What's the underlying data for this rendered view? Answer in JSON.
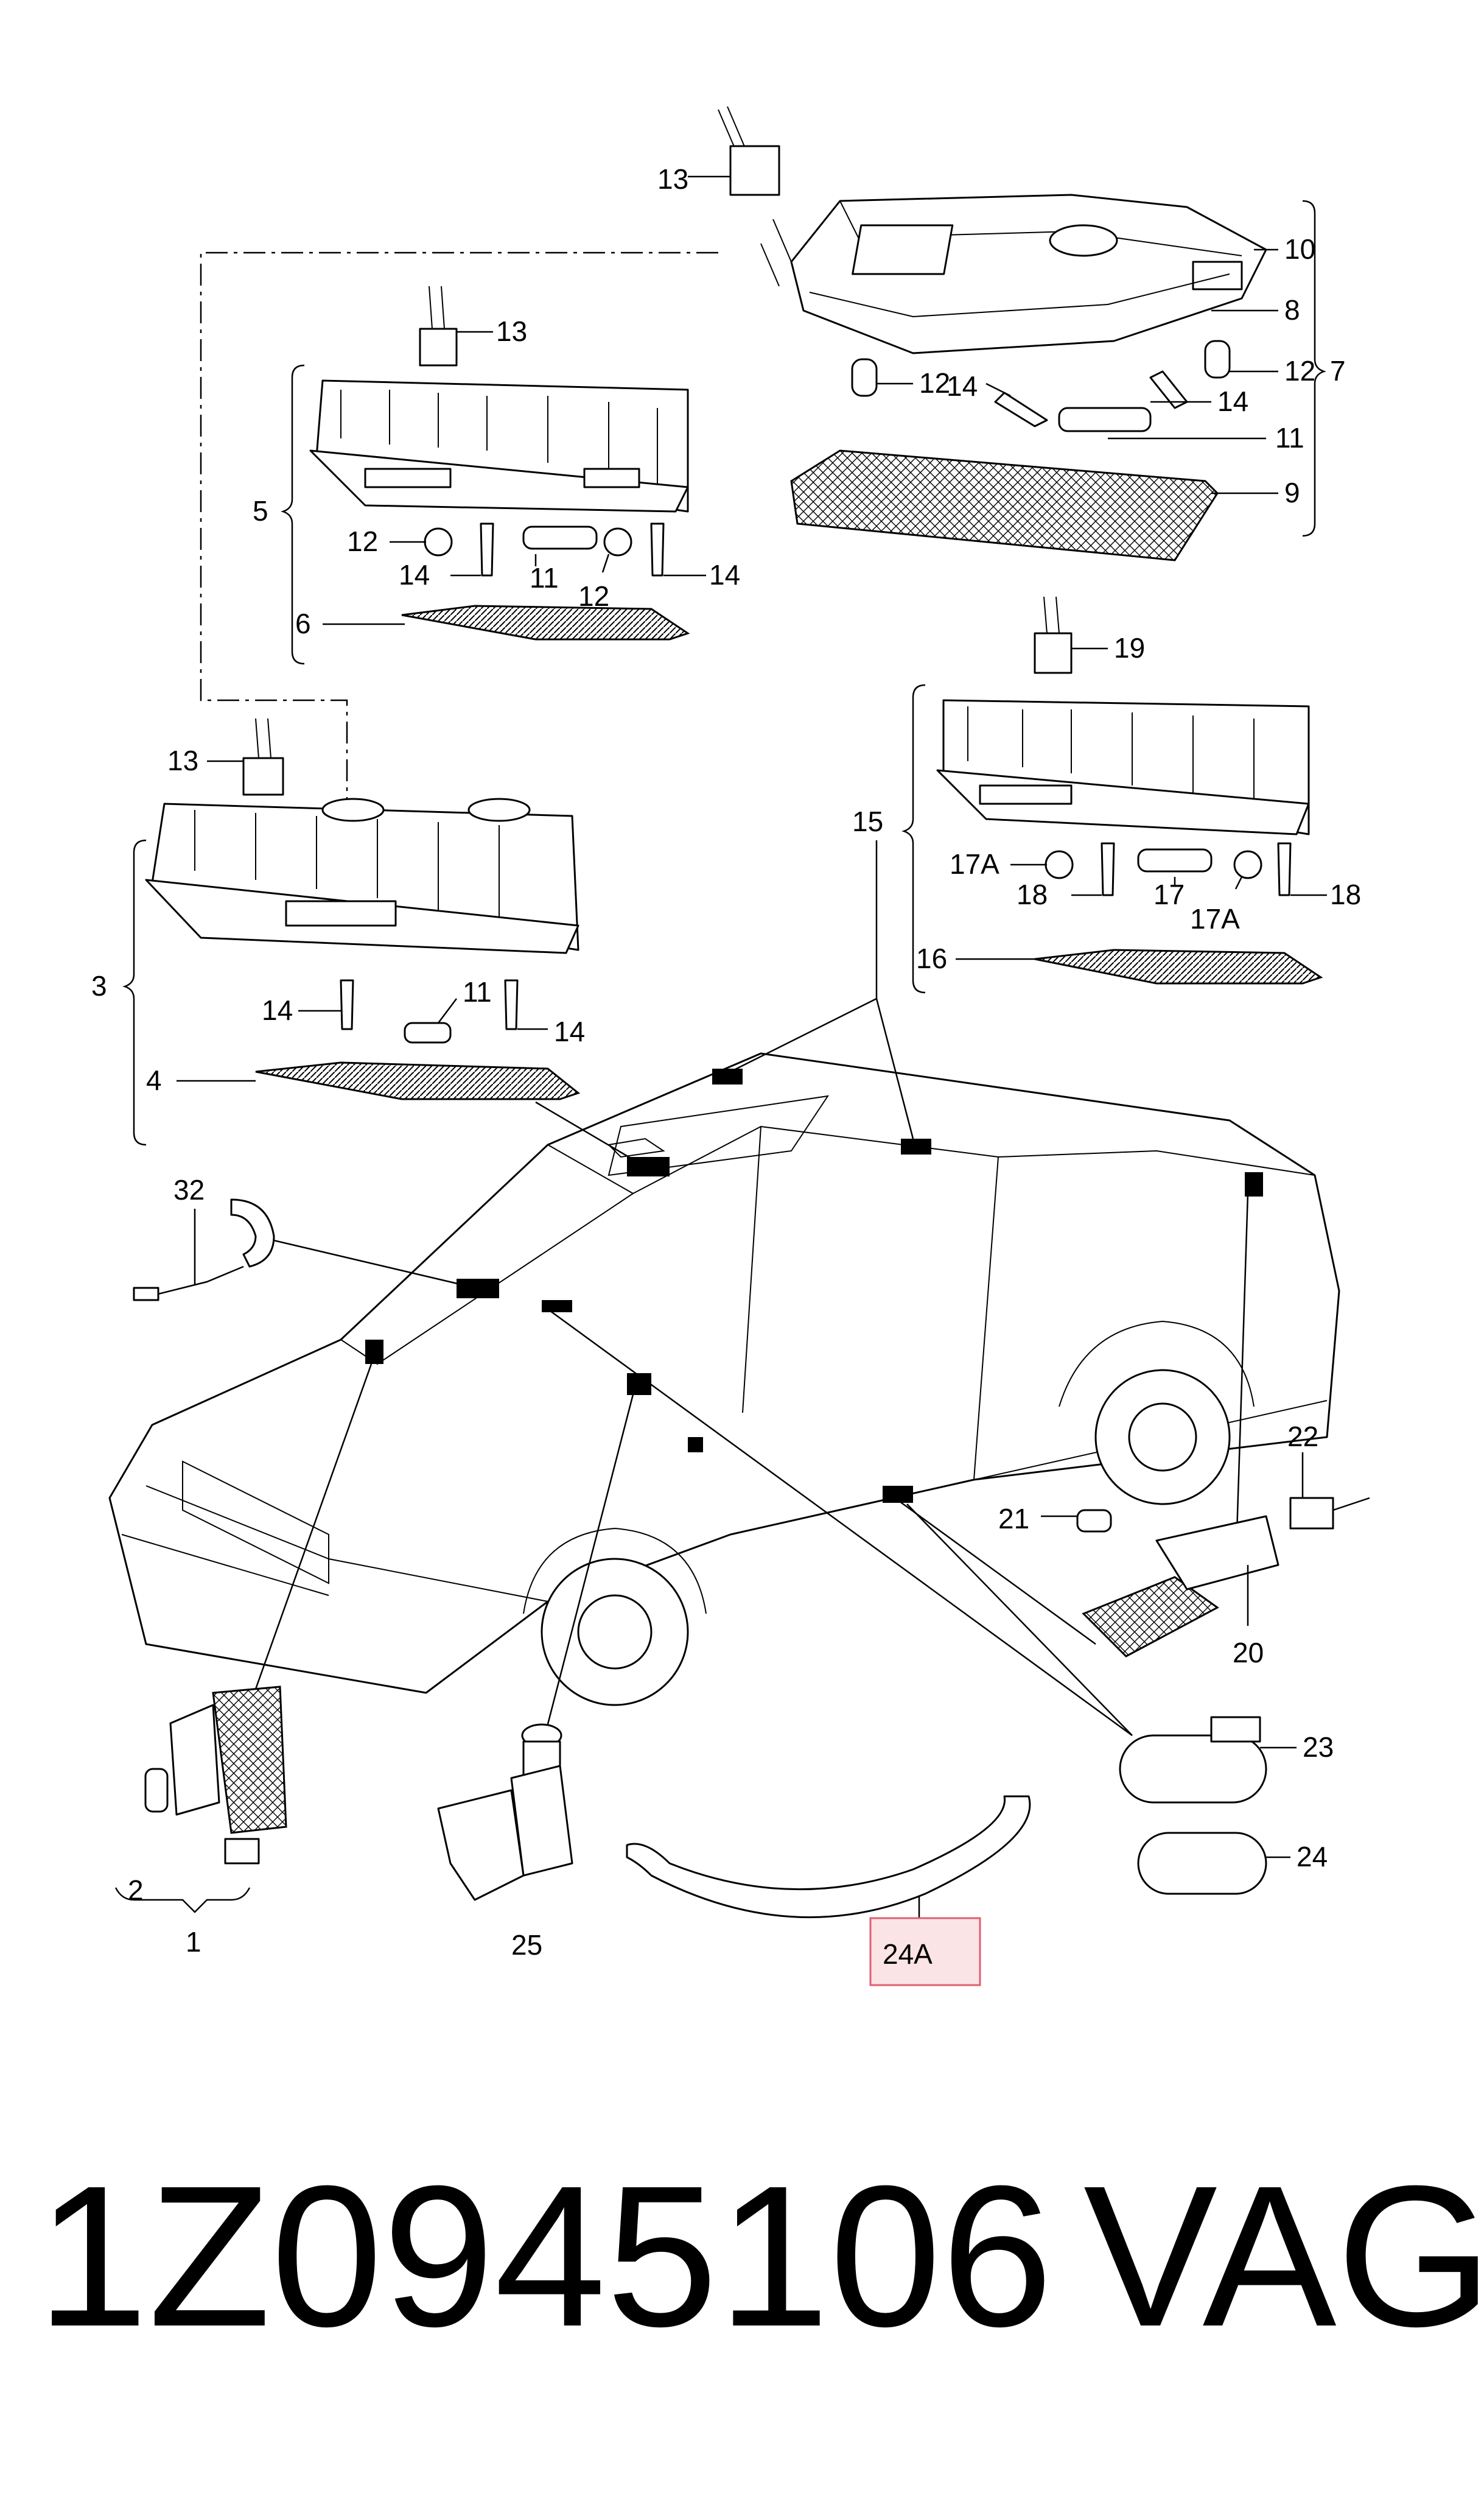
{
  "callouts": [
    {
      "id": "c13a",
      "text": "13"
    },
    {
      "id": "c10",
      "text": "10"
    },
    {
      "id": "c8",
      "text": "8"
    },
    {
      "id": "c12a",
      "text": "12"
    },
    {
      "id": "c12b",
      "text": "12"
    },
    {
      "id": "c7",
      "text": "7"
    },
    {
      "id": "c14a",
      "text": "14"
    },
    {
      "id": "c14b",
      "text": "14"
    },
    {
      "id": "c11a",
      "text": "11"
    },
    {
      "id": "c9",
      "text": "9"
    },
    {
      "id": "c13b",
      "text": "13"
    },
    {
      "id": "c5",
      "text": "5"
    },
    {
      "id": "c12c",
      "text": "12"
    },
    {
      "id": "c14c",
      "text": "14"
    },
    {
      "id": "c11b",
      "text": "11"
    },
    {
      "id": "c12d",
      "text": "12"
    },
    {
      "id": "c14d",
      "text": "14"
    },
    {
      "id": "c6",
      "text": "6"
    },
    {
      "id": "c19",
      "text": "19"
    },
    {
      "id": "c13c",
      "text": "13"
    },
    {
      "id": "c15",
      "text": "15"
    },
    {
      "id": "c17Aa",
      "text": "17A"
    },
    {
      "id": "c18a",
      "text": "18"
    },
    {
      "id": "c17",
      "text": "17"
    },
    {
      "id": "c17Ab",
      "text": "17A"
    },
    {
      "id": "c18b",
      "text": "18"
    },
    {
      "id": "c16",
      "text": "16"
    },
    {
      "id": "c3",
      "text": "3"
    },
    {
      "id": "c14e",
      "text": "14"
    },
    {
      "id": "c11c",
      "text": "11"
    },
    {
      "id": "c14f",
      "text": "14"
    },
    {
      "id": "c4",
      "text": "4"
    },
    {
      "id": "c32",
      "text": "32"
    },
    {
      "id": "c22",
      "text": "22"
    },
    {
      "id": "c21",
      "text": "21"
    },
    {
      "id": "c20",
      "text": "20"
    },
    {
      "id": "c23",
      "text": "23"
    },
    {
      "id": "c24",
      "text": "24"
    },
    {
      "id": "c2",
      "text": "2"
    },
    {
      "id": "c1",
      "text": "1"
    },
    {
      "id": "c25",
      "text": "25"
    },
    {
      "id": "c24A",
      "text": "24A"
    }
  ],
  "footer": {
    "part_number": "1Z0945106",
    "brand": "VAG"
  },
  "colors": {
    "line": "#000000",
    "background": "#ffffff",
    "highlight_box": "#e06070",
    "highlight_fill": "#fbe4e6"
  }
}
